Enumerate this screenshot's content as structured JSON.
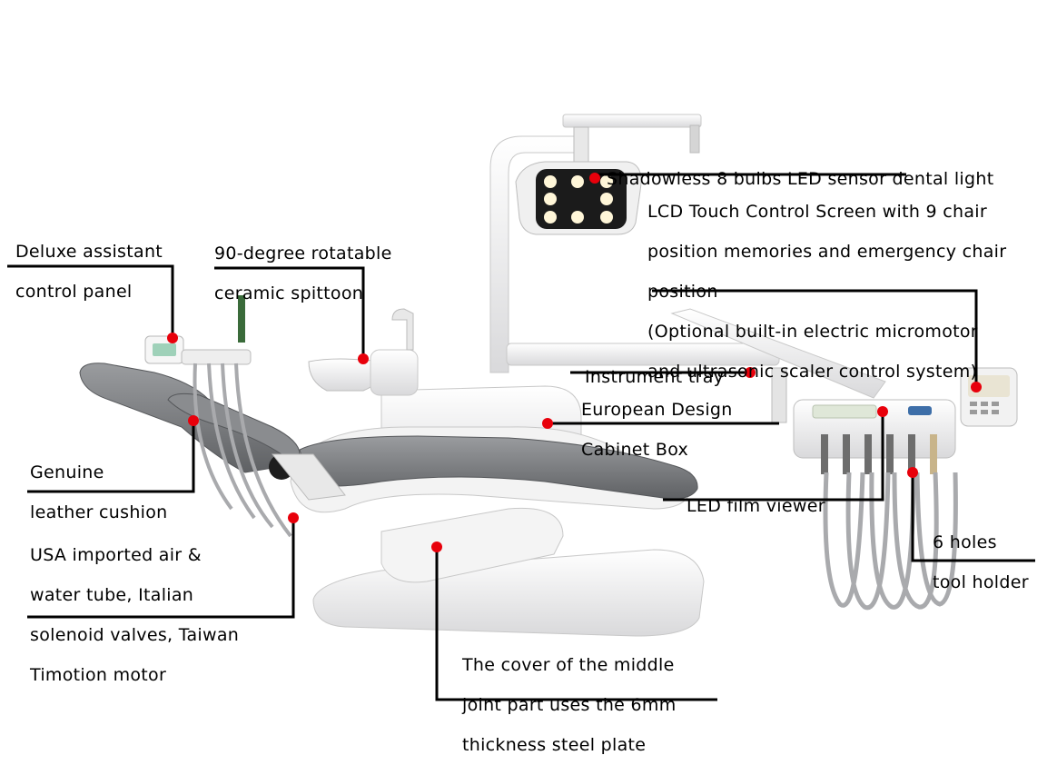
{
  "labels": {
    "dental_light": [
      "Shadowless 8 bulbs LED sensor dental light"
    ],
    "lcd_screen": [
      "LCD Touch Control Screen with 9 chair",
      "position memories and emergency chair",
      "position",
      "(Optional built-in electric micromotor",
      "and ultrasonic scaler control system)"
    ],
    "assistant_panel": [
      "Deluxe assistant",
      "control panel"
    ],
    "spittoon": [
      "90-degree rotatable",
      "ceramic spittoon"
    ],
    "instrument_tray": [
      "Instrument tray"
    ],
    "cabinet_box": [
      "European Design",
      "Cabinet Box"
    ],
    "leather_cushion": [
      "Genuine",
      "leather cushion"
    ],
    "film_viewer": [
      "LED film viewer"
    ],
    "tool_holder": [
      "6 holes",
      "tool holder"
    ],
    "tubes_valves": [
      "USA imported air &",
      "water tube, Italian",
      "solenoid valves, Taiwan",
      "Timotion motor"
    ],
    "middle_joint": [
      "The cover of the middle",
      "joint part uses the 6mm",
      "thickness steel plate"
    ]
  },
  "colors": {
    "marker": "#e8000b",
    "leader_line": "#000000",
    "chair_gray": "#7d7f82",
    "body_white": "#f2f2f2"
  }
}
